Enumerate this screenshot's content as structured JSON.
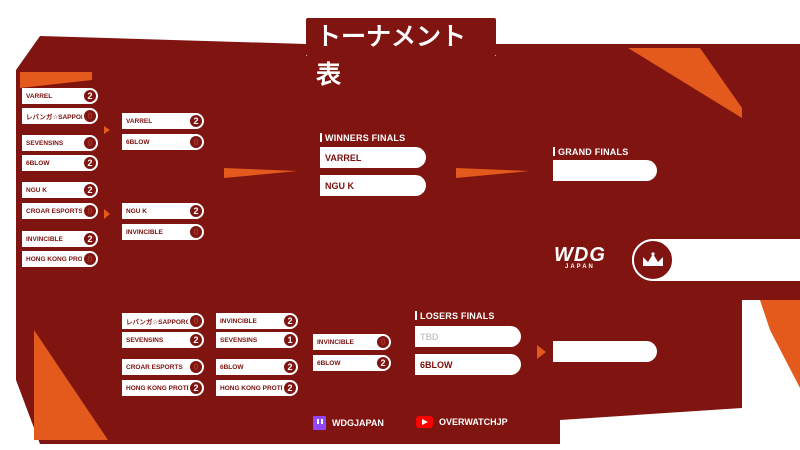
{
  "title": "トーナメント表",
  "colors": {
    "background": "#7f1410",
    "accent": "#e35a1c",
    "slot": "#ffffff"
  },
  "round1": [
    {
      "team": "VARREL",
      "score": "2"
    },
    {
      "team": "レバンガ☆SAPPORO",
      "score": "0"
    },
    {
      "team": "SEVENSINS",
      "score": "0"
    },
    {
      "team": "6BLOW",
      "score": "2"
    },
    {
      "team": "NGU K",
      "score": "2"
    },
    {
      "team": "CROAR ESPORTS",
      "score": "0"
    },
    {
      "team": "INVINCIBLE",
      "score": "2"
    },
    {
      "team": "HONG KONG PRO",
      "score": "0"
    }
  ],
  "round2": [
    {
      "team": "VARREL",
      "score": "2"
    },
    {
      "team": "6BLOW",
      "score": "0"
    },
    {
      "team": "NGU K",
      "score": "2"
    },
    {
      "team": "INVINCIBLE",
      "score": "0"
    }
  ],
  "winners_finals": {
    "label": "WINNERS FINALS",
    "teams": [
      {
        "team": "VARREL",
        "score": ""
      },
      {
        "team": "NGU K",
        "score": ""
      }
    ]
  },
  "grand_finals": {
    "label": "GRAND FINALS",
    "teams": [
      {
        "team": "",
        "score": ""
      }
    ]
  },
  "losers_r1": [
    {
      "team": "レバンガ☆SAPPORO",
      "score": "0"
    },
    {
      "team": "SEVENSINS",
      "score": "2"
    },
    {
      "team": "CROAR ESPORTS",
      "score": "0"
    },
    {
      "team": "HONG KONG PROTÉGÉ",
      "score": "2"
    }
  ],
  "losers_r2": [
    {
      "team": "INVINCIBLE",
      "score": "2"
    },
    {
      "team": "SEVENSINS",
      "score": "1"
    },
    {
      "team": "6BLOW",
      "score": "2"
    },
    {
      "team": "HONG KONG PROTÉGÉ",
      "score": "2"
    }
  ],
  "losers_r3": [
    {
      "team": "INVINCIBLE",
      "score": "0"
    },
    {
      "team": "6BLOW",
      "score": "2"
    }
  ],
  "losers_finals": {
    "label": "LOSERS FINALS",
    "teams": [
      {
        "team": "TBD",
        "score": ""
      },
      {
        "team": "6BLOW",
        "score": ""
      }
    ]
  },
  "logo": {
    "main": "WDG",
    "sub": "JAPAN"
  },
  "social": [
    {
      "icon": "twitch-icon",
      "handle": "WDGJAPAN"
    },
    {
      "icon": "youtube-icon",
      "handle": "OVERWATCHJP"
    }
  ]
}
